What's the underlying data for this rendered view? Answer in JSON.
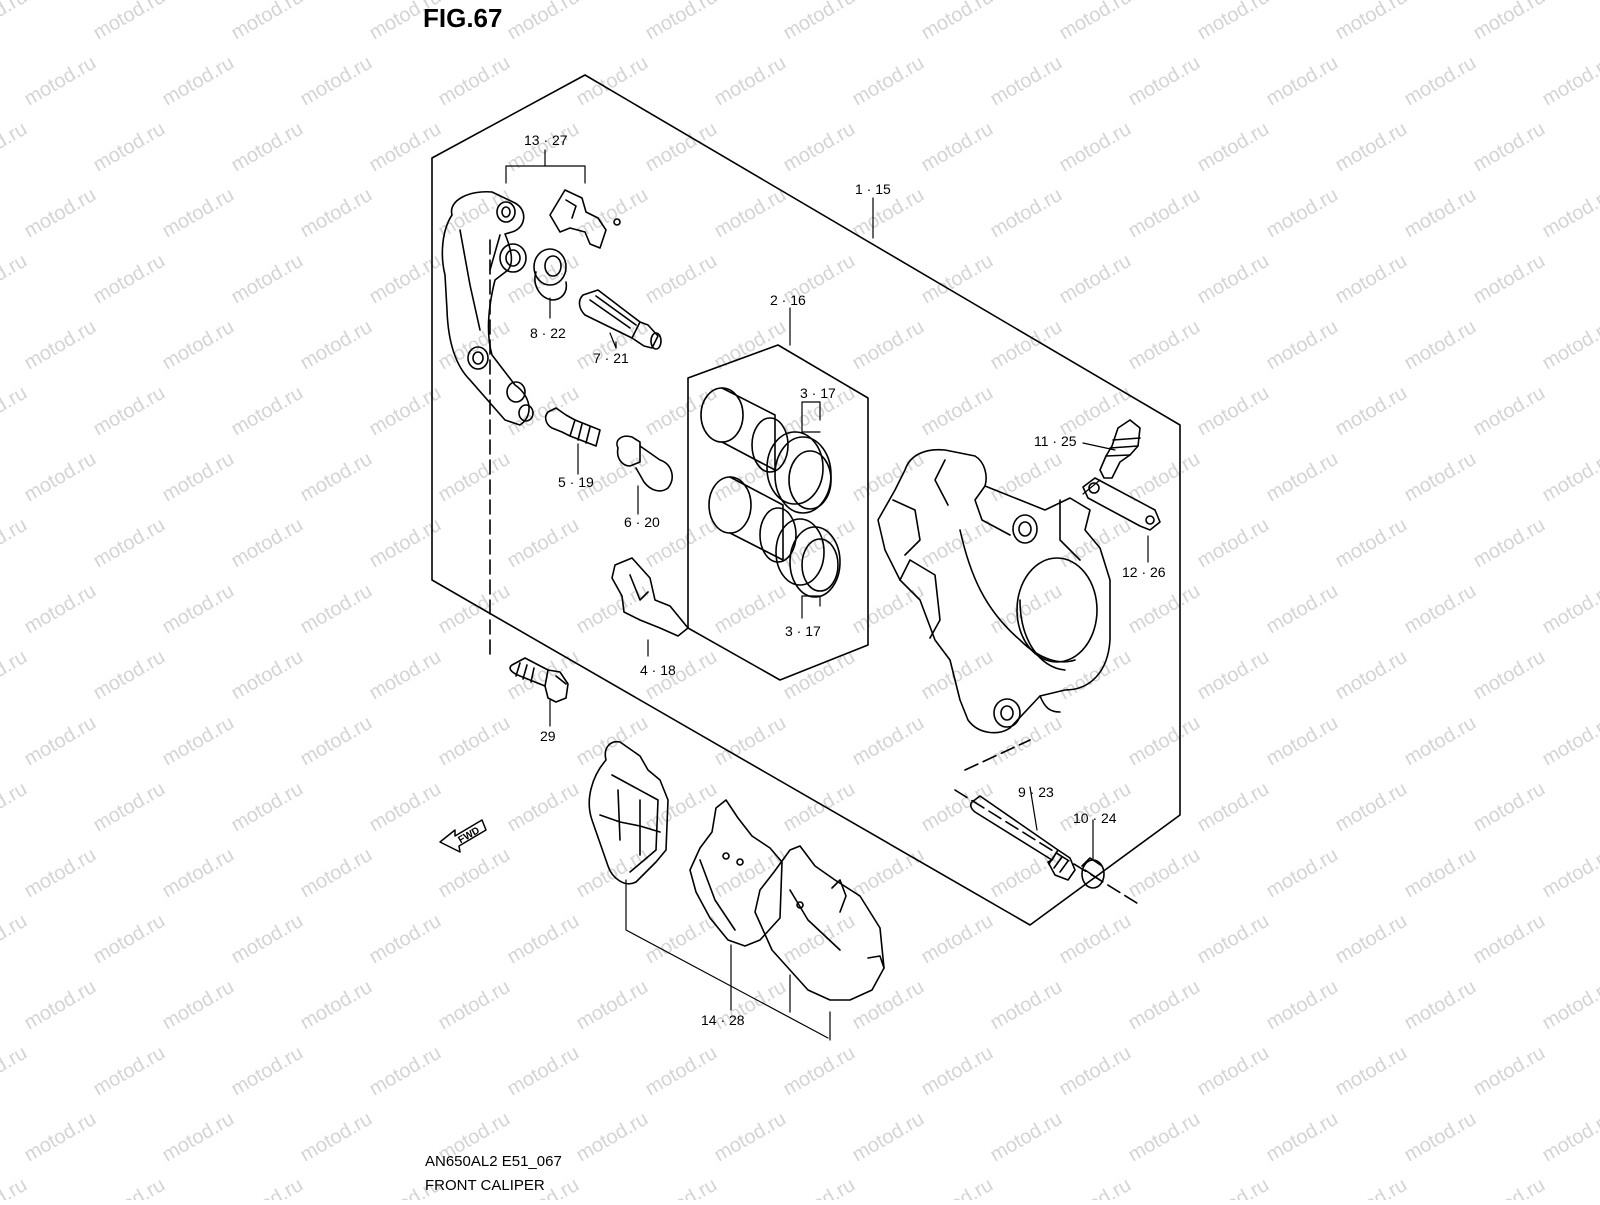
{
  "figure": {
    "title": "FIG.67",
    "code": "AN650AL2 E51_067",
    "name": "FRONT CALIPER",
    "watermark": "motod.ru",
    "fwd_label": "FWD"
  },
  "callouts": [
    {
      "id": "c13",
      "label": "13 · 27"
    },
    {
      "id": "c1",
      "label": "1 · 15"
    },
    {
      "id": "c8",
      "label": "8 · 22"
    },
    {
      "id": "c7",
      "label": "7 · 21"
    },
    {
      "id": "c2",
      "label": "2 · 16"
    },
    {
      "id": "c3a",
      "label": "3 · 17"
    },
    {
      "id": "c11",
      "label": "11 · 25"
    },
    {
      "id": "c5",
      "label": "5 · 19"
    },
    {
      "id": "c6",
      "label": "6 · 20"
    },
    {
      "id": "c12",
      "label": "12 · 26"
    },
    {
      "id": "c3b",
      "label": "3 · 17"
    },
    {
      "id": "c4",
      "label": "4 · 18"
    },
    {
      "id": "c29",
      "label": "29"
    },
    {
      "id": "c9",
      "label": "9 · 23"
    },
    {
      "id": "c10",
      "label": "10 · 24"
    },
    {
      "id": "c14",
      "label": "14 · 28"
    }
  ],
  "colors": {
    "line": "#000000",
    "watermark": "#d4d4d4",
    "background": "#ffffff"
  }
}
